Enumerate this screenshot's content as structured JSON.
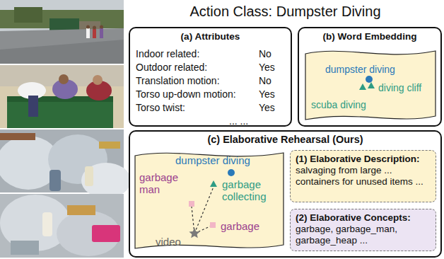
{
  "diagram": {
    "title": "Action Class: Dumpster Diving",
    "nodes": [
      {
        "text": [
          "(a) Attributes",
          "Indoor related:",
          "No",
          "Outdoor related:",
          "Yes",
          "Translation motion:",
          "No",
          "Torso up-down motion:",
          "Yes",
          "Torso twist:",
          "Yes",
          "... ..."
        ]
      },
      {
        "text": [
          "(b) Word Embedding"
        ]
      },
      {
        "text": [
          "dumpster diving",
          "diving cliff",
          "scuba diving"
        ],
        "in": 1
      },
      {
        "text": [
          "(c) Elaborative Rehearsal (Ours)"
        ]
      },
      {
        "text": [
          "dumpster diving",
          "garbage man",
          "garbage collecting",
          "garbage",
          "video"
        ],
        "in": 3
      },
      {
        "text": [
          "(1) Elaborative Description:",
          "salvaging from large ... containers for unused items ..."
        ],
        "in": 3
      },
      {
        "text": [
          "(2) Elaborative Concepts:",
          "garbage, garbage_man, garbage_heap ..."
        ],
        "in": 3
      }
    ]
  }
}
